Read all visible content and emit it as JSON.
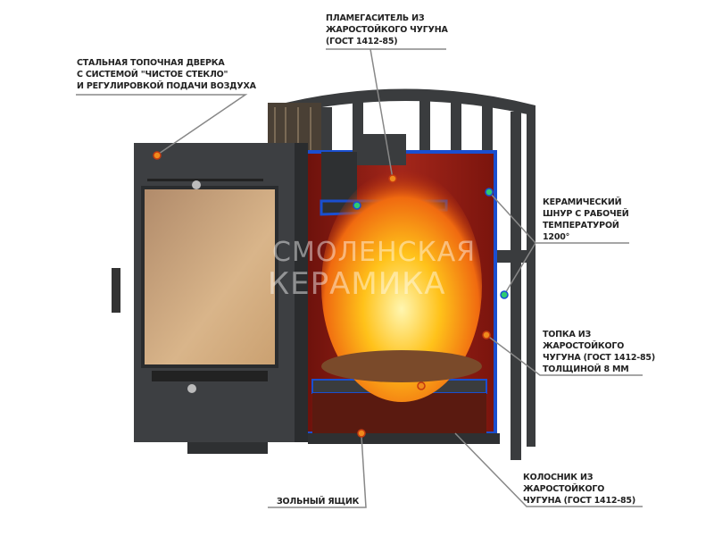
{
  "labels": {
    "flame_damper": [
      "ПЛАМЕГАСИТЕЛЬ ИЗ",
      "ЖАРОСТОЙКОГО ЧУГУНА",
      "(ГОСТ 1412-85)"
    ],
    "door": [
      "СТАЛЬНАЯ ТОПОЧНАЯ ДВЕРКА",
      "С СИСТЕМОЙ \"ЧИСТОЕ СТЕКЛО\"",
      "И РЕГУЛИРОВКОЙ ПОДАЧИ ВОЗДУХА"
    ],
    "ceramic_cord": [
      "КЕРАМИЧЕСКИЙ",
      "ШНУР С РАБОЧЕЙ",
      "ТЕМПЕРАТУРОЙ",
      "1200°"
    ],
    "firebox": [
      "ТОПКА ИЗ",
      "ЖАРОСТОЙКОГО",
      "ЧУГУНА (ГОСТ 1412-85)",
      "ТОЛЩИНОЙ 8 ММ"
    ],
    "grate": [
      "КОЛОСНИК ИЗ",
      "ЖАРОСТОЙКОГО",
      "ЧУГУНА (ГОСТ 1412-85)"
    ],
    "ash_box": [
      "ЗОЛЬНЫЙ ЯЩИК"
    ]
  },
  "watermark": [
    "СМОЛЕНСКАЯ",
    "КЕРАМИКА"
  ],
  "colors": {
    "metal": "#3d3f42",
    "firebox": "#8e1b12",
    "seal": "#1a4fd0",
    "flame": "#ff9a1a",
    "marker": "#f08a1c",
    "line": "#888888"
  }
}
